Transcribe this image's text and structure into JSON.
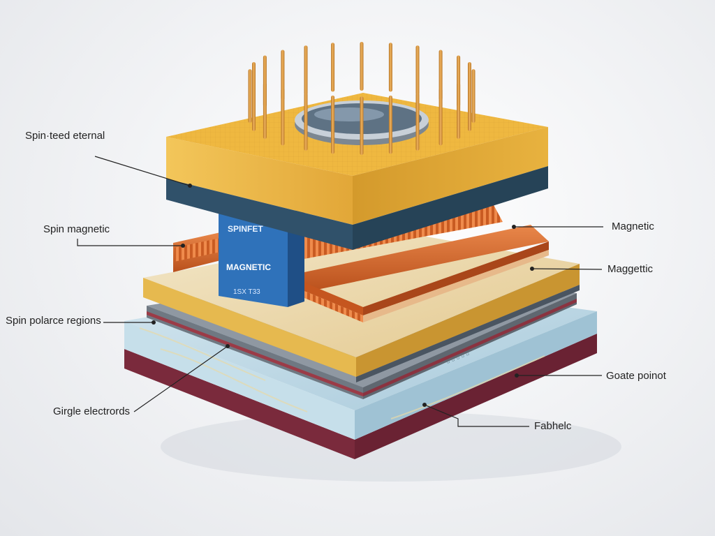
{
  "labels": {
    "spin_fed_external": "Spin·teed eternal",
    "spin_magnetic": "Spin magnetic",
    "spin_polarized_regions": "Spin polarce regions",
    "single_electrodes": "Girgle electrords",
    "magnetic_top": "Magnetic",
    "magnetic_lower": "Maggettic",
    "gate_point": "Goate poinot",
    "fabric": "Fabhelc"
  },
  "block": {
    "line1": "SPINFET",
    "line2": "MAGNETIC",
    "line3": "1SX T33"
  },
  "colors": {
    "top_slab": "#efb840",
    "dark_band": "#30516a",
    "copper": "#d8682a",
    "blue_block": "#2f72ba",
    "mid_slab": "#e6b94f",
    "base_blue": "#b9d4e3",
    "base_maroon": "#7a2a3c"
  }
}
